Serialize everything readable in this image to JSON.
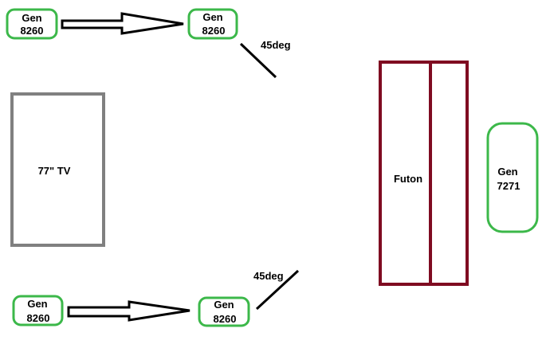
{
  "speakers": {
    "top_left": {
      "line1": "Gen",
      "line2": "8260"
    },
    "top_right": {
      "line1": "Gen",
      "line2": "8260"
    },
    "bottom_left": {
      "line1": "Gen",
      "line2": "8260"
    },
    "bottom_right": {
      "line1": "Gen",
      "line2": "8260"
    },
    "rear": {
      "line1": "Gen",
      "line2": "7271"
    }
  },
  "tv": {
    "label": "77\" TV"
  },
  "futon": {
    "label": "Futon"
  },
  "angles": {
    "top": "45deg",
    "bottom": "45deg"
  },
  "colors": {
    "speaker_outline": "#3cb84a",
    "tv_outline": "#808080",
    "futon_outline": "#7f0b21",
    "lines": "#000000"
  }
}
